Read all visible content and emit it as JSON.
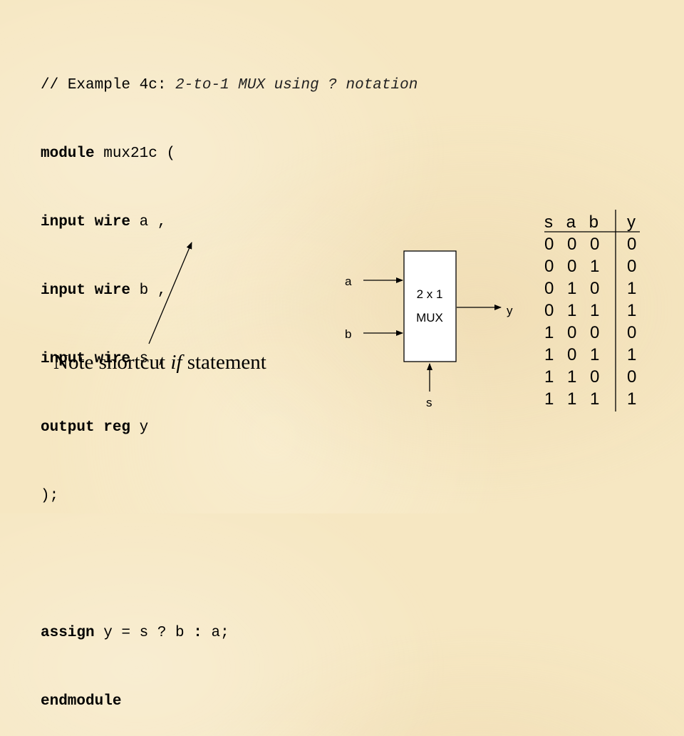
{
  "code": {
    "comment_prefix": "// ",
    "comment_word": "Example 4c: ",
    "comment_rest": "2-to-1 MUX using ? notation",
    "l2_kw": "module",
    "l2_rest": " mux21c (",
    "l3_kw": "input wire",
    "l3_rest": " a ,",
    "l4_kw": "input wire",
    "l4_rest": " b ,",
    "l5_kw": "input wire",
    "l5_rest": " s ,",
    "l6_kw": "output reg",
    "l6_rest": " y",
    "l7": ");",
    "l9_kw": "assign",
    "l9_rest1": " y = s ? b ",
    "l9_colon": ":",
    "l9_rest2": " a;",
    "l10_kw": "endmodule"
  },
  "note": {
    "before": "Note shortcut ",
    "emph": "if",
    "after": " statement"
  },
  "mux": {
    "line1": "2 x 1",
    "line2": "MUX",
    "input_a": "a",
    "input_b": "b",
    "select": "s",
    "output": "y"
  },
  "truth_table": {
    "header_inputs": "s a b",
    "header_output": "y",
    "rows": [
      [
        "0 0 0",
        "0"
      ],
      [
        "0 0 1",
        "0"
      ],
      [
        "0 1 0",
        "1"
      ],
      [
        "0 1 1",
        "1"
      ],
      [
        "1 0 0",
        "0"
      ],
      [
        "1 0 1",
        "1"
      ],
      [
        "1 1 0",
        "0"
      ],
      [
        "1 1 1",
        "1"
      ]
    ]
  }
}
